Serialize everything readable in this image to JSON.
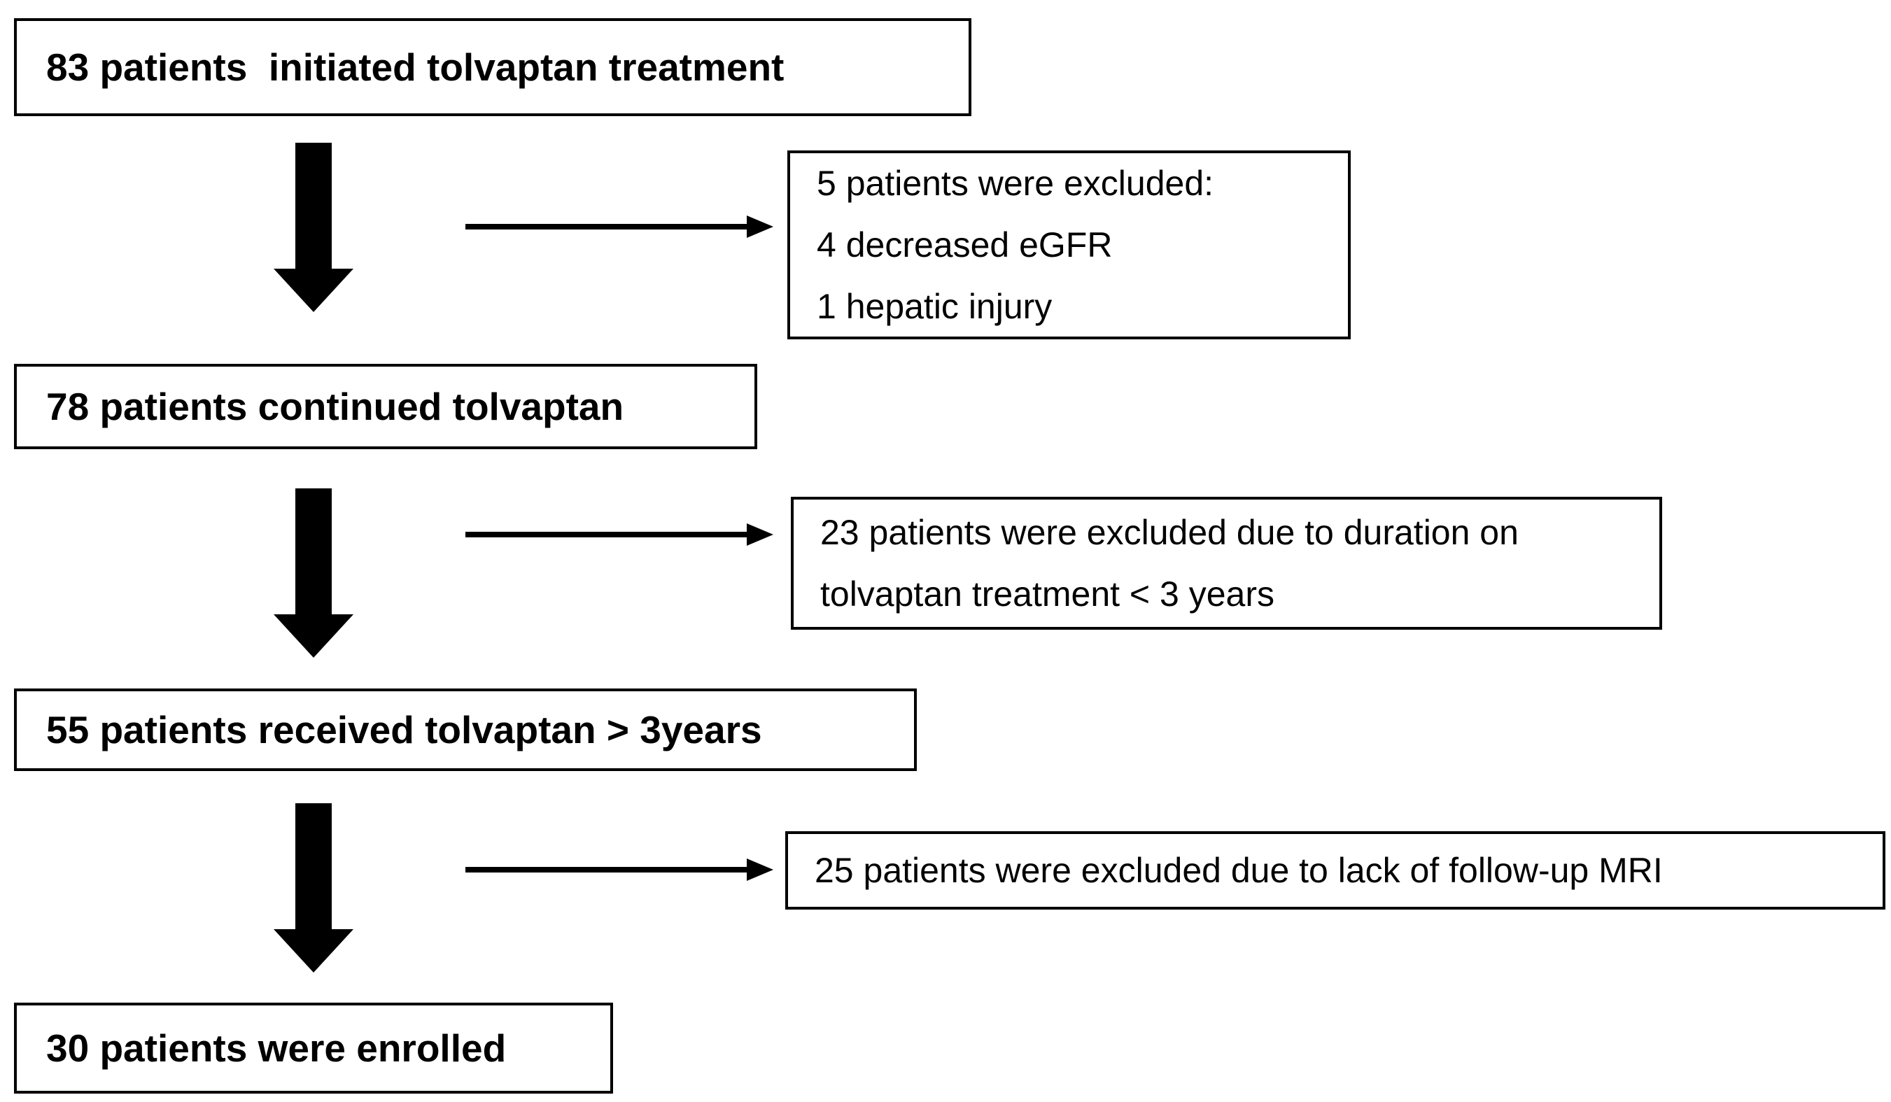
{
  "figure": {
    "type": "patient-flow-diagram",
    "colors": {
      "background": "#ffffff",
      "box_border": "#000000",
      "text": "#000000",
      "arrow": "#000000"
    }
  },
  "flow": {
    "main_boxes": [
      {
        "id": "initiated",
        "label": "83 patients  initiated tolvaptan treatment",
        "count": 83
      },
      {
        "id": "continued",
        "label": "78 patients continued tolvaptan",
        "count": 78
      },
      {
        "id": "received-3years",
        "label": "55 patients received tolvaptan > 3years",
        "count": 55
      },
      {
        "id": "enrolled",
        "label": "30 patients were enrolled",
        "count": 30
      }
    ],
    "exclusion_boxes": [
      {
        "id": "excluded-1",
        "count": 5,
        "lines": [
          "5 patients were excluded:",
          "4 decreased eGFR",
          "1 hepatic injury"
        ]
      },
      {
        "id": "excluded-2",
        "count": 23,
        "lines": [
          "23 patients were excluded due to duration on",
          "tolvaptan treatment < 3 years"
        ]
      },
      {
        "id": "excluded-3",
        "count": 25,
        "lines": [
          "25 patients were excluded due to lack of follow-up MRI"
        ]
      }
    ]
  }
}
